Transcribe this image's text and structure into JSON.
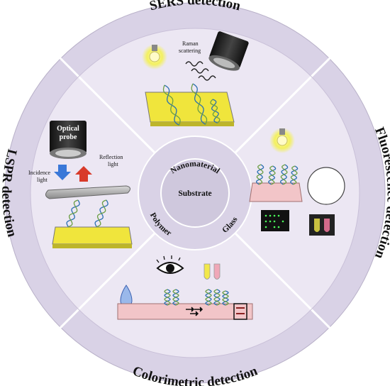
{
  "sections": {
    "top": "SERS detection",
    "right": "Fluorescence detection",
    "bottom": "Colorimetric detection",
    "left": "LSPR detection"
  },
  "center": {
    "core": "Substrate",
    "ring": [
      "Nanomaterial",
      "Glass",
      "Polymer"
    ]
  },
  "annotations": {
    "raman": [
      "Raman",
      "scattering"
    ],
    "probe": [
      "Optical",
      "probe"
    ],
    "incidence": [
      "Incidence",
      "light"
    ],
    "reflection": [
      "Reflection",
      "light"
    ]
  },
  "colors": {
    "outer_ring": "#d9d2e6",
    "sector_fill": "#ece7f3",
    "divider": "#ffffff",
    "gold_substrate": "#f0e53c",
    "pink_strip": "#f2c5c8",
    "arrow_incidence": "#3a78d8",
    "arrow_reflection": "#d83a2a"
  },
  "icons": [
    "light-bulb-icon",
    "optical-probe-icon",
    "eye-icon",
    "test-tube-icon",
    "droplet-icon",
    "dna-strand-icon"
  ]
}
